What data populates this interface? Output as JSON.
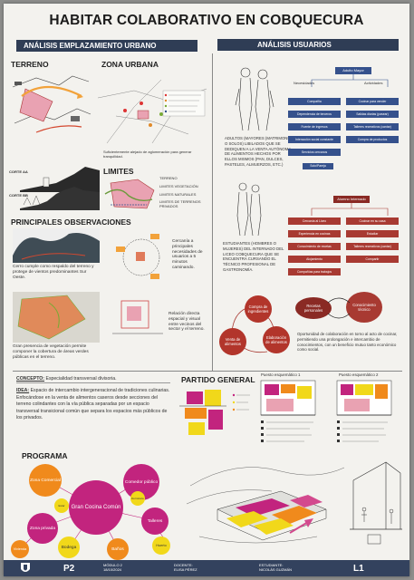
{
  "title": "HABITAR COLABORATIVO EN COBQUECURA",
  "sections": {
    "left_header": "ANÁLISIS EMPLAZAMIENTO URBANO",
    "right_header": "ANÁLISIS USUARIOS"
  },
  "site": {
    "terreno": "TERRENO",
    "zona_urbana": "ZONA URBANA",
    "limites": "LIMITES",
    "principales": "PRINCIPALES OBSERVACIONES",
    "corte_aa": "CORTE AA",
    "corte_bb": "CORTE BB",
    "insuficiente": "Suficientemente alejado de aglomeración para generar tranquilidad.",
    "obs1": "Cerro cumple como respaldo del terreno y protege de vientos predominantes Sur Oeste.",
    "obs2": "Cercanía a principales necesidades de usuarios a 5 minutos caminando.",
    "obs3": "Gran presencia de vegetación permite componer la cobertura de áreas verdes públicas en el terreno.",
    "obs4": "Relación directa espacial y visual entre vecinos del sector y el terreno.",
    "limites_legend": [
      "TERRENO",
      "LIMITES VEGETACIÓN",
      "LIMITES NATURALES",
      "LIMITES DE TERRENOS PRIVADOS"
    ]
  },
  "users": {
    "adultos": "ADULTOS (MAYORES (MATRIMONIO O SOLOS) LIBILADOS QUE SE DEDIQUEN A LA VENTA AUTÓNOMA DE ALIMENTOS HECHOS POR ELLOS MISMOS (PAN, DULCES, PASTELES, ALMUERZOS, ETC.)",
    "estudiantes": "ESTUDIANTES (HOMBRES O MUJERES) DEL INTERNADO DEL LICEO COBQUECURA QUE SE ENCUENTRA CURSANDO EL TÉCNICO PROFESIONAL DE GASTRONOMÍA.",
    "tree1_root": "Adulto Mayor",
    "tree1_left_head": "Necesidades",
    "tree1_right_head": "Actividades",
    "tree1_left": [
      "Compañía",
      "Dependencia de terceros",
      "Fuente de ingresos",
      "Interacción social constante",
      "Servicios cercanos"
    ],
    "tree1_right": [
      "Cocinar para vender",
      "Salidas diarias (pasear)",
      "Talleres recreativos (cantar)",
      "Compra de productos"
    ],
    "tree1_bottom": "Solo/Pareja",
    "tree2_root": "Alumno Internado",
    "tree2_left": [
      "Cercanía al Liceo",
      "Experiencia en cocinas",
      "Conocimiento de recetas",
      "Alojamiento",
      "Compañías para trabajos"
    ],
    "tree2_right": [
      "Cocinar en su casa",
      "Estudiar",
      "Talleres recreativos (cantar)",
      "Compartir"
    ],
    "conocimiento": "Conocimiento técnico",
    "recetas": "Recetas personales",
    "cycle": [
      "Compra de ingredientes",
      "Elaboración de alimentos",
      "Venta de alimentos"
    ],
    "oportunidad": "Oportunidad de colaboración en torno al acto de cocinar, permitiendo una prolongación e intercambio de conocimientos, con un beneficio mutuo tanto económico como social."
  },
  "concept": {
    "concept_label": "CONCEPTO:",
    "concept_text": "Especialidad transversal divisoria.",
    "idea_label": "IDEA:",
    "idea_text": "Espacio de intercambio intergeneracional de tradiciones culinarias. Enfocándose en la venta de alimentos caseros desde secciones del terreno colindantes con la vía pública separadas por un espacio transversal transicional común que separa los espacios más públicos de los privados.",
    "programa": "PROGRAMA",
    "partido": "PARTIDO GENERAL",
    "puesto1": "Puesto esquemático 1",
    "puesto2": "Puesto esquemático 2",
    "programa_nodes": [
      "Gran Cocina Común",
      "Comedor público",
      "Zona Comercial",
      "Zona privada",
      "Talleres",
      "Bodega",
      "Baños",
      "Huerto",
      "Vivienda",
      "Dormitorio",
      "Estar"
    ]
  },
  "footer": {
    "code": "P2",
    "modulo_label": "MÓDULO 2",
    "date": "18/10/2024",
    "docente_label": "DOCENTE:",
    "docente": "ELISA PÉREZ",
    "estudiante_label": "ESTUDIANTE:",
    "estudiante": "NICOLÁS GUZMÁN",
    "lamina": "L1"
  },
  "colors": {
    "header_bar": "#2f3d55",
    "blue_box": "#35518c",
    "red_box": "#a83a32",
    "magenta": "#c2247e",
    "orange": "#f08a1c",
    "yellow": "#f1d81a"
  }
}
